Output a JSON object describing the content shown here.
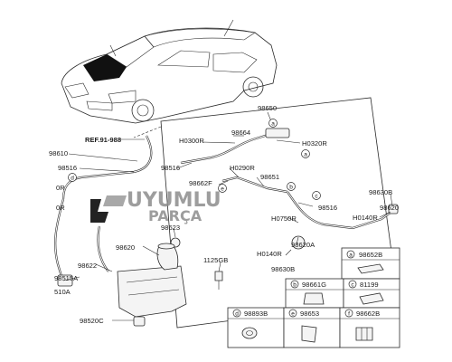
{
  "labels": {
    "p98650": "98650",
    "p98664": "98664",
    "h0300r": "H0300R",
    "h0320r": "H0320R",
    "ref": "REF.91-988",
    "p98610": "98610",
    "p98516a": "98516",
    "p98516b": "98516",
    "p98516c": "98516",
    "h0290r": "H0290R",
    "p98651": "98651",
    "p98662f": "98662F",
    "left0r": "0R",
    "left0r2": "0R",
    "h0750r": "H0750R",
    "p98630b_top": "98630B",
    "p98620a_right": "98620",
    "h0140r_right": "H0140R",
    "p98623": "98623",
    "p98620": "98620",
    "p98620a": "98620A",
    "h0140r": "H0140R",
    "p98630b": "98630B",
    "p1125gb": "1125GB",
    "p98622": "98622",
    "p98515a": "98515A",
    "p510a": "510A",
    "p98520c": "98520C"
  },
  "callouts": {
    "a_top": "a",
    "a_right": "a",
    "b": "b",
    "c": "c",
    "d": "d",
    "e": "e"
  },
  "legend": {
    "a": {
      "letter": "a",
      "part": "98652B"
    },
    "b": {
      "letter": "b",
      "part": "98661G"
    },
    "c": {
      "letter": "c",
      "part": "81199"
    },
    "d": {
      "letter": "d",
      "part": "98893B"
    },
    "e": {
      "letter": "e",
      "part": "98653"
    },
    "f": {
      "letter": "f",
      "part": "98662B"
    }
  },
  "watermark": {
    "line1": "UYUMLU",
    "line2": "PARÇA"
  }
}
